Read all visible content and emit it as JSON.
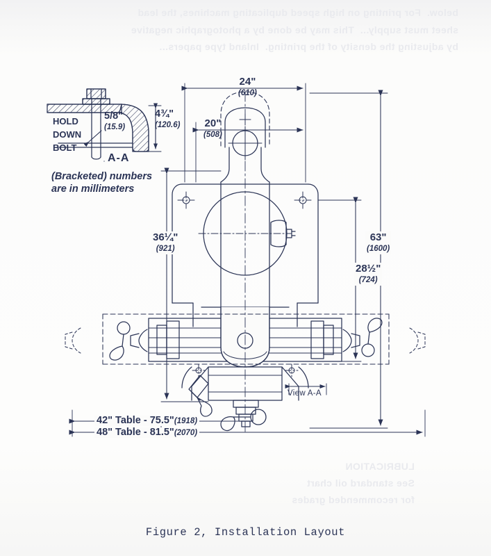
{
  "figure": {
    "caption": "Figure 2, Installation Layout",
    "note": "(Bracketed) numbers\nare in millimeters"
  },
  "detail": {
    "title": "A-A",
    "bolt_label": "HOLD\nDOWN\nBOLT",
    "bolt_dia_in": "5/8\"",
    "bolt_dia_mm": "(15.9)",
    "height_in": "4¾\"",
    "height_mm": "(120.6)"
  },
  "dimensions": {
    "overall_width": {
      "in": "24\"",
      "mm": "(610)"
    },
    "column_offset": {
      "in": "20\"",
      "mm": "(508)"
    },
    "column_height": {
      "in": "36¼\"",
      "mm": "(921)"
    },
    "overall_height": {
      "in": "63\"",
      "mm": "(1600)"
    },
    "table_height": {
      "in": "28½\"",
      "mm": "(724)"
    },
    "table_42": "42\" Table - 75.5\"",
    "table_42_mm": "(1918)",
    "table_48": "48\" Table - 81.5\"",
    "table_48_mm": "(2070)"
  },
  "labels": {
    "view_aa": "View  A-A"
  },
  "colors": {
    "ink": "#2b3456",
    "ink_light": "#5b6party",
    "paper": "#fbfbfa"
  },
  "bleed_text": {
    "top": "below.  For printing on high speed duplicating machines, the lead\nsheet must supply...  This may be done by a photographic negative\nby adjusting the density of the printing.  Inland type papers...",
    "bottom": "LUBRICATION\nSee standard oil chart\nfor recommended grades"
  }
}
